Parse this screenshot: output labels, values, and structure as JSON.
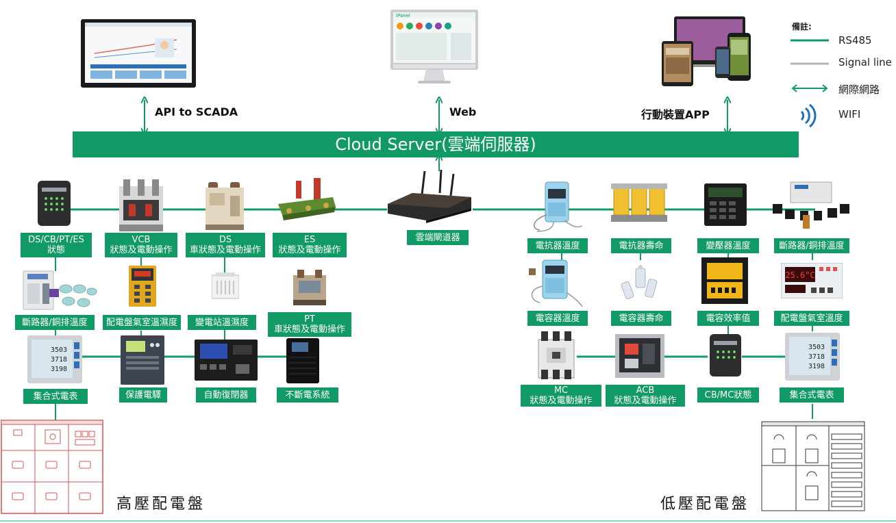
{
  "cloud": {
    "label": "Cloud Server(雲端伺服器)"
  },
  "top": {
    "scada": "API to SCADA",
    "web": "Web",
    "app": "行動裝置APP"
  },
  "legend": {
    "title": "備註:",
    "rs485": "RS485",
    "signal": "Signal line",
    "internet": "網際網路",
    "wifi": "WIFI",
    "colors": {
      "rs485": "#119a65",
      "signal": "#b4b4b4",
      "internet": "#119a65",
      "wifi": "#1f6fb8"
    }
  },
  "gateway": {
    "label": "雲端閘道器"
  },
  "left": {
    "row1": [
      {
        "l1": "DS/CB/PT/ES",
        "l2": "狀態"
      },
      {
        "l1": "VCB",
        "l2": "狀態及電動操作"
      },
      {
        "l1": "DS",
        "l2": "車狀態及電動操作"
      },
      {
        "l1": "ES",
        "l2": "狀態及電動操作"
      }
    ],
    "row2": [
      {
        "l1": "斷路器/銅排溫度"
      },
      {
        "l1": "配電盤氣室溫濕度"
      },
      {
        "l1": "變電站溫濕度"
      },
      {
        "l1": "PT",
        "l2": "車狀態及電動操作"
      }
    ],
    "row3": [
      {
        "l1": "集合式電表"
      },
      {
        "l1": "保護電驛"
      },
      {
        "l1": "自動復閉器"
      },
      {
        "l1": "不斷電系統"
      }
    ],
    "panel_title": "高壓配電盤"
  },
  "right": {
    "row1": [
      {
        "l1": "電抗器溫度"
      },
      {
        "l1": "電抗器壽命"
      },
      {
        "l1": "變壓器溫度"
      },
      {
        "l1": "斷路器/銅排溫度"
      }
    ],
    "row2": [
      {
        "l1": "電容器溫度"
      },
      {
        "l1": "電容器壽命"
      },
      {
        "l1": "電容效率值"
      },
      {
        "l1": "配電盤氣室溫度"
      }
    ],
    "row3": [
      {
        "l1": "MC",
        "l2": "狀態及電動操作"
      },
      {
        "l1": "ACB",
        "l2": "狀態及電動操作"
      },
      {
        "l1": "CB/MC狀態"
      },
      {
        "l1": "集合式電表"
      }
    ],
    "panel_title": "低壓配電盤"
  },
  "screens": {
    "meter_readings": [
      "3503",
      "3718",
      "3198"
    ],
    "temp_display": "25.6°C"
  }
}
